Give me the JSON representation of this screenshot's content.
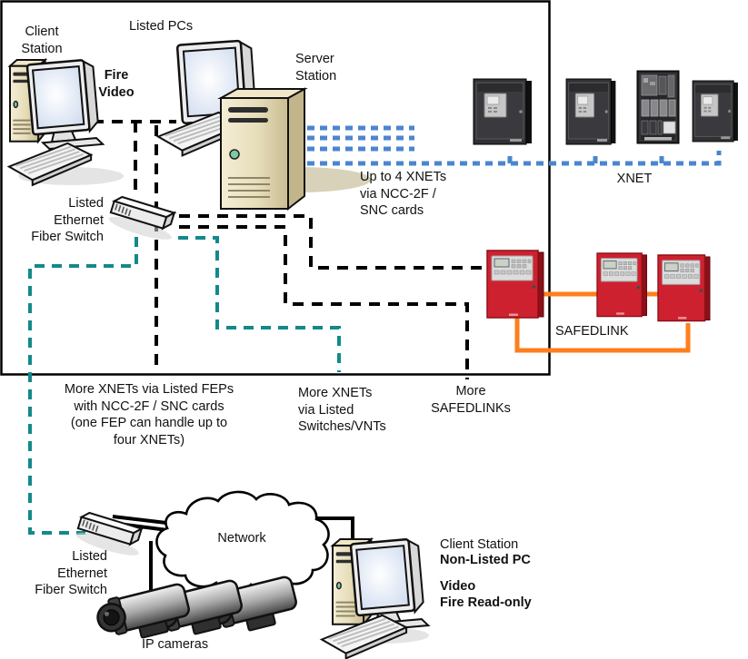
{
  "labels": {
    "client_station_top": "Client\nStation",
    "listed_pcs": "Listed PCs",
    "fire_video": "Fire\nVideo",
    "server_station": "Server\nStation",
    "fiber_switch_top": "Listed\nEthernet\nFiber Switch",
    "up_to_4_xnets": "Up to 4 XNETs\nvia NCC-2F /\nSNC cards",
    "xnet": "XNET",
    "safedlink": "SAFEDLINK",
    "more_xnets_feps": "More XNETs via Listed FEPs\nwith NCC-2F / SNC cards\n(one FEP can handle up to\nfour XNETs)",
    "more_xnets_switches": "More XNETs\nvia Listed\nSwitches/VNTs",
    "more_safedlinks": "More\nSAFEDLINKs",
    "network": "Network",
    "fiber_switch_bottom": "Listed\nEthernet\nFiber Switch",
    "ip_cameras": "IP cameras",
    "client_station_bottom": "Client Station",
    "non_listed_pc": "Non-Listed PC",
    "video": "Video",
    "fire_read_only": "Fire Read-only"
  },
  "colors": {
    "line-black": "#000000",
    "teal-dashed": "#14898B",
    "blue-dashed": "#4C85CF",
    "orange-solid": "#FF7E1E",
    "panel-red": "#CE2130",
    "panel-black": "#313134",
    "tower-beige": "#E6DDB9"
  }
}
